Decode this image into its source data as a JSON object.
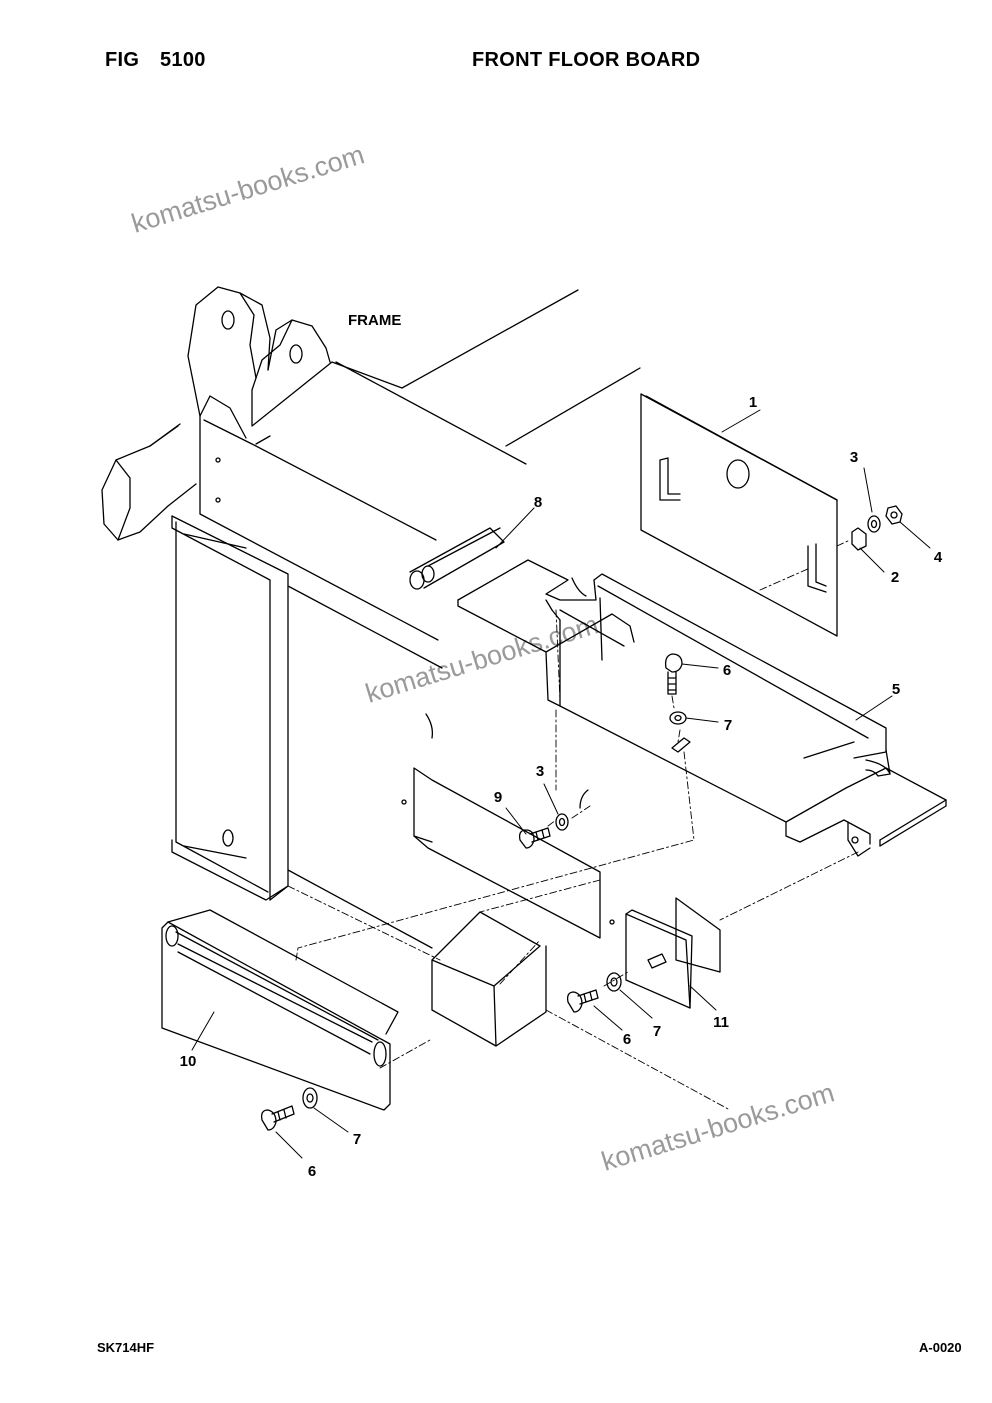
{
  "header": {
    "fig_label": "FIG",
    "fig_number": "5100",
    "title": "FRONT FLOOR BOARD"
  },
  "diagram": {
    "frame_label": "FRAME",
    "callouts": [
      "1",
      "2",
      "3",
      "4",
      "5",
      "6",
      "7",
      "8",
      "3",
      "9",
      "6",
      "7",
      "11",
      "10",
      "7",
      "6"
    ]
  },
  "watermark": {
    "text": "komatsu-books.com"
  },
  "footer": {
    "model": "SK714HF",
    "page": "A-0020"
  }
}
